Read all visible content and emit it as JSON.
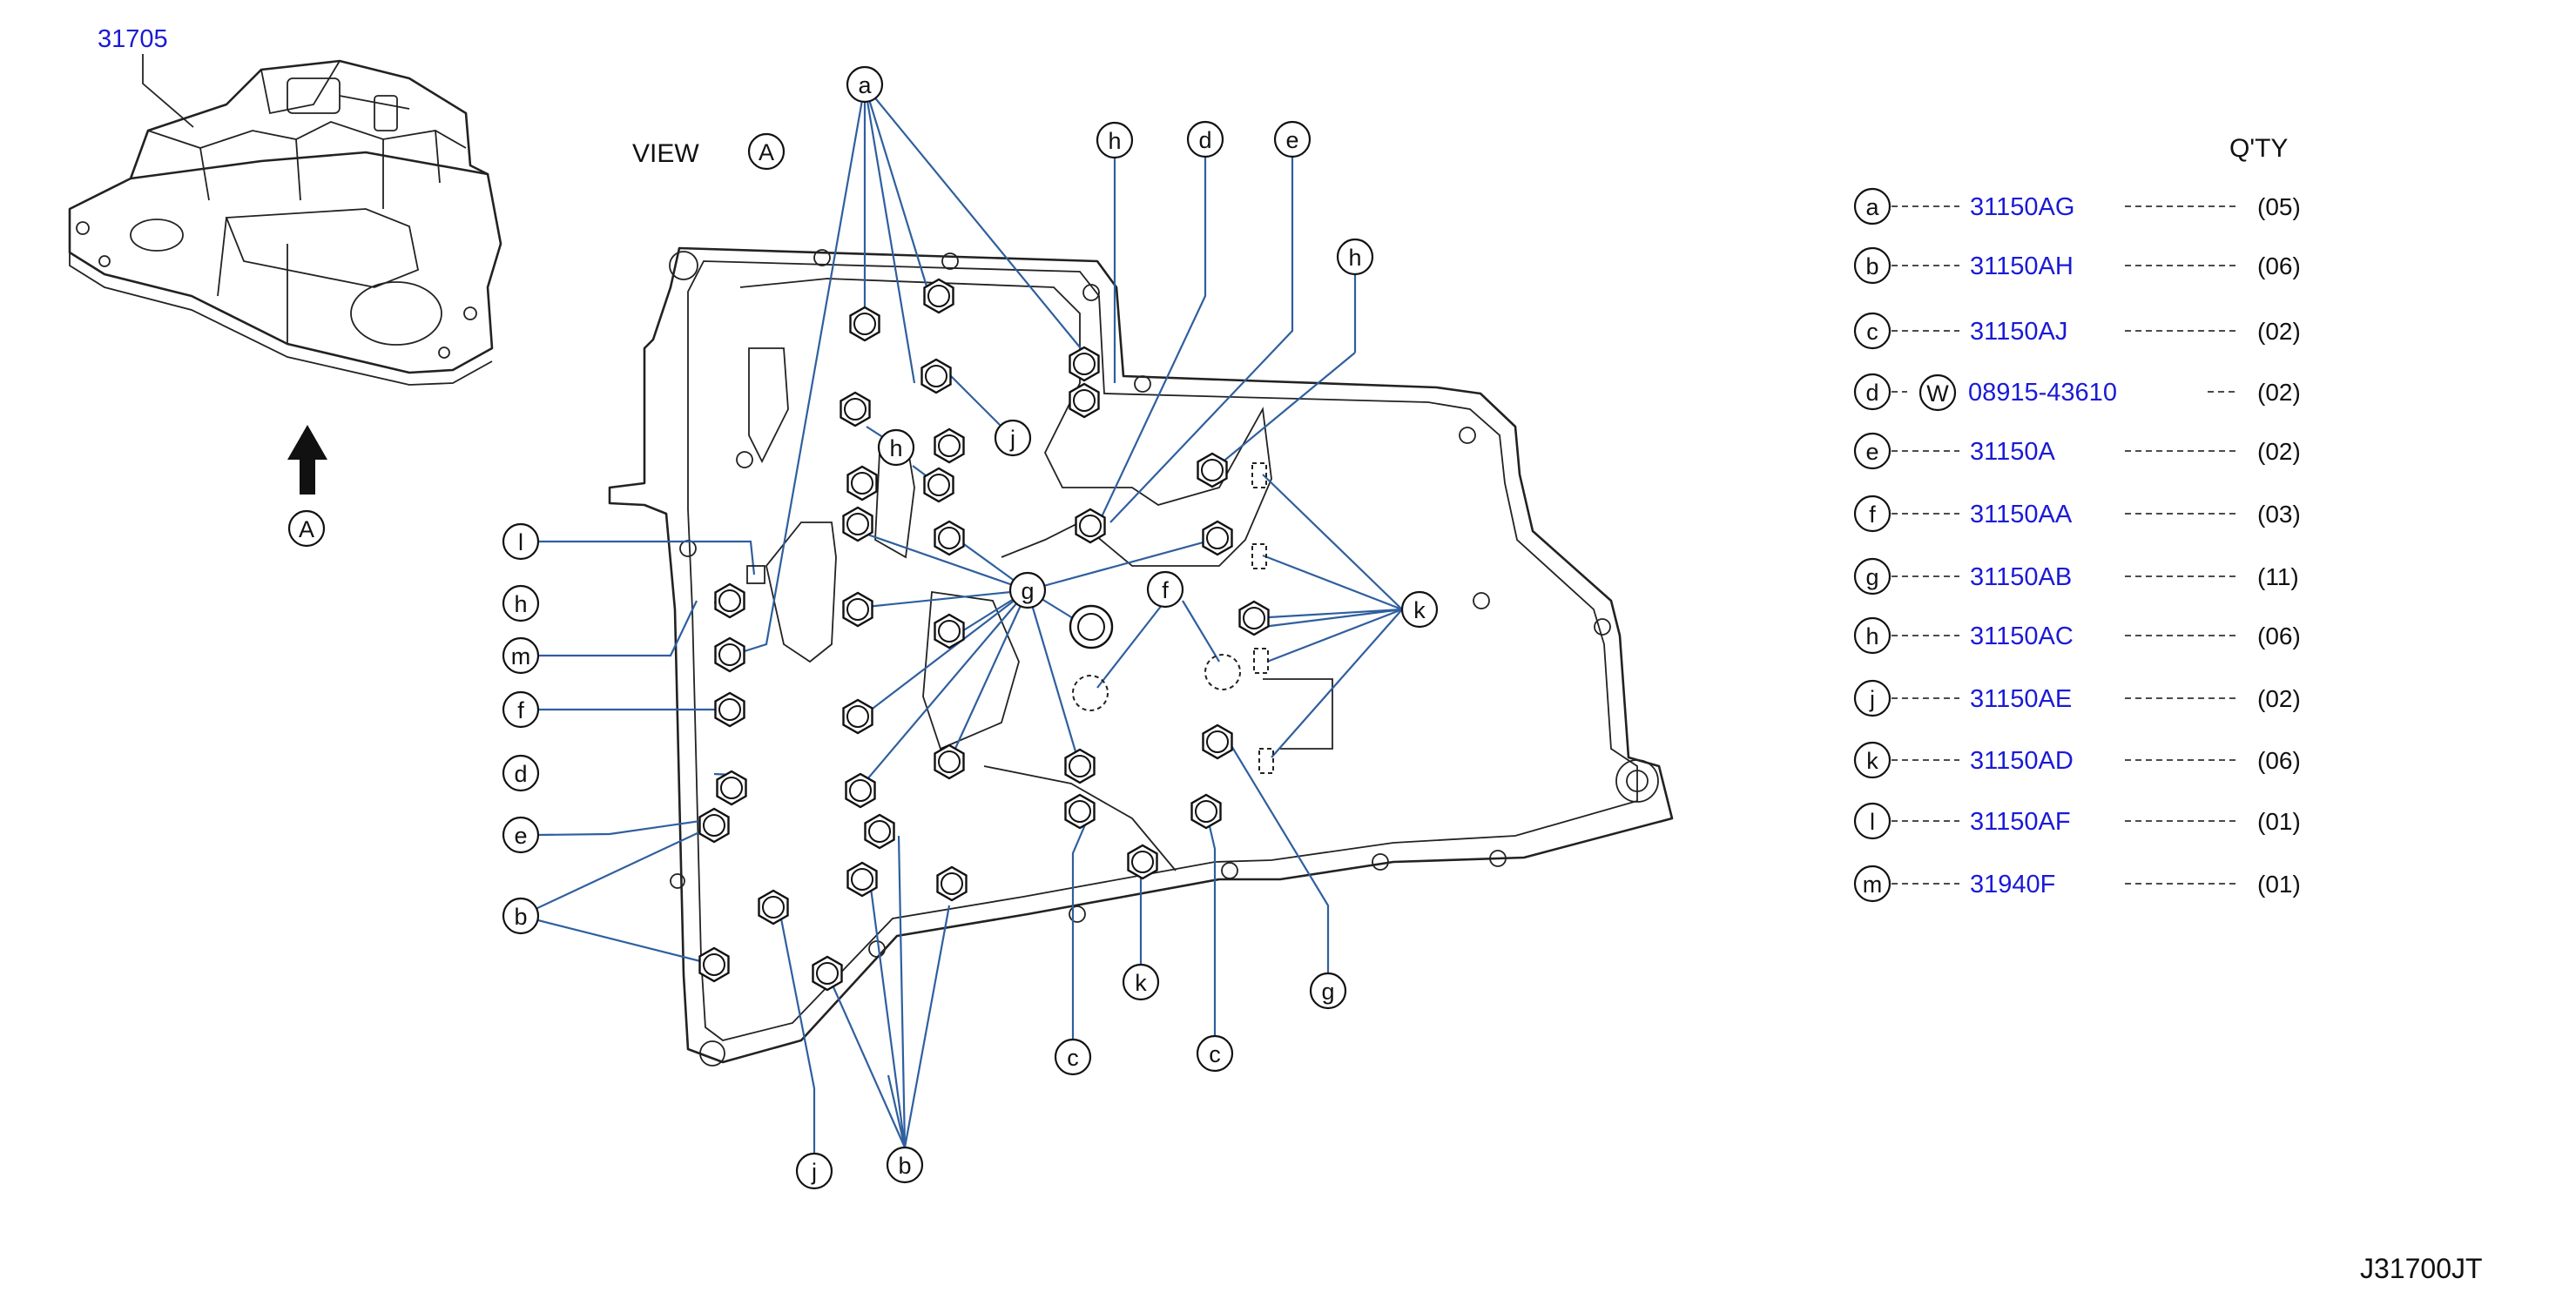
{
  "assembly_part": "31705",
  "view_label": "VIEW",
  "view_letter": "A",
  "arrow_letter": "A",
  "qty_header": "Q'TY",
  "drawing_code": "J31700JT",
  "washer_symbol": "W",
  "legend": [
    {
      "letter": "a",
      "part": "31150AG",
      "qty": "(05)"
    },
    {
      "letter": "b",
      "part": "31150AH",
      "qty": "(06)"
    },
    {
      "letter": "c",
      "part": "31150AJ",
      "qty": "(02)"
    },
    {
      "letter": "d",
      "part": "08915-43610",
      "qty": "(02)"
    },
    {
      "letter": "e",
      "part": "31150A",
      "qty": "(02)"
    },
    {
      "letter": "f",
      "part": "31150AA",
      "qty": "(03)"
    },
    {
      "letter": "g",
      "part": "31150AB",
      "qty": "(11)"
    },
    {
      "letter": "h",
      "part": "31150AC",
      "qty": "(06)"
    },
    {
      "letter": "j",
      "part": "31150AE",
      "qty": "(02)"
    },
    {
      "letter": "k",
      "part": "31150AD",
      "qty": "(06)"
    },
    {
      "letter": "l",
      "part": "31150AF",
      "qty": "(01)"
    },
    {
      "letter": "m",
      "part": "31940F",
      "qty": "(01)"
    }
  ]
}
